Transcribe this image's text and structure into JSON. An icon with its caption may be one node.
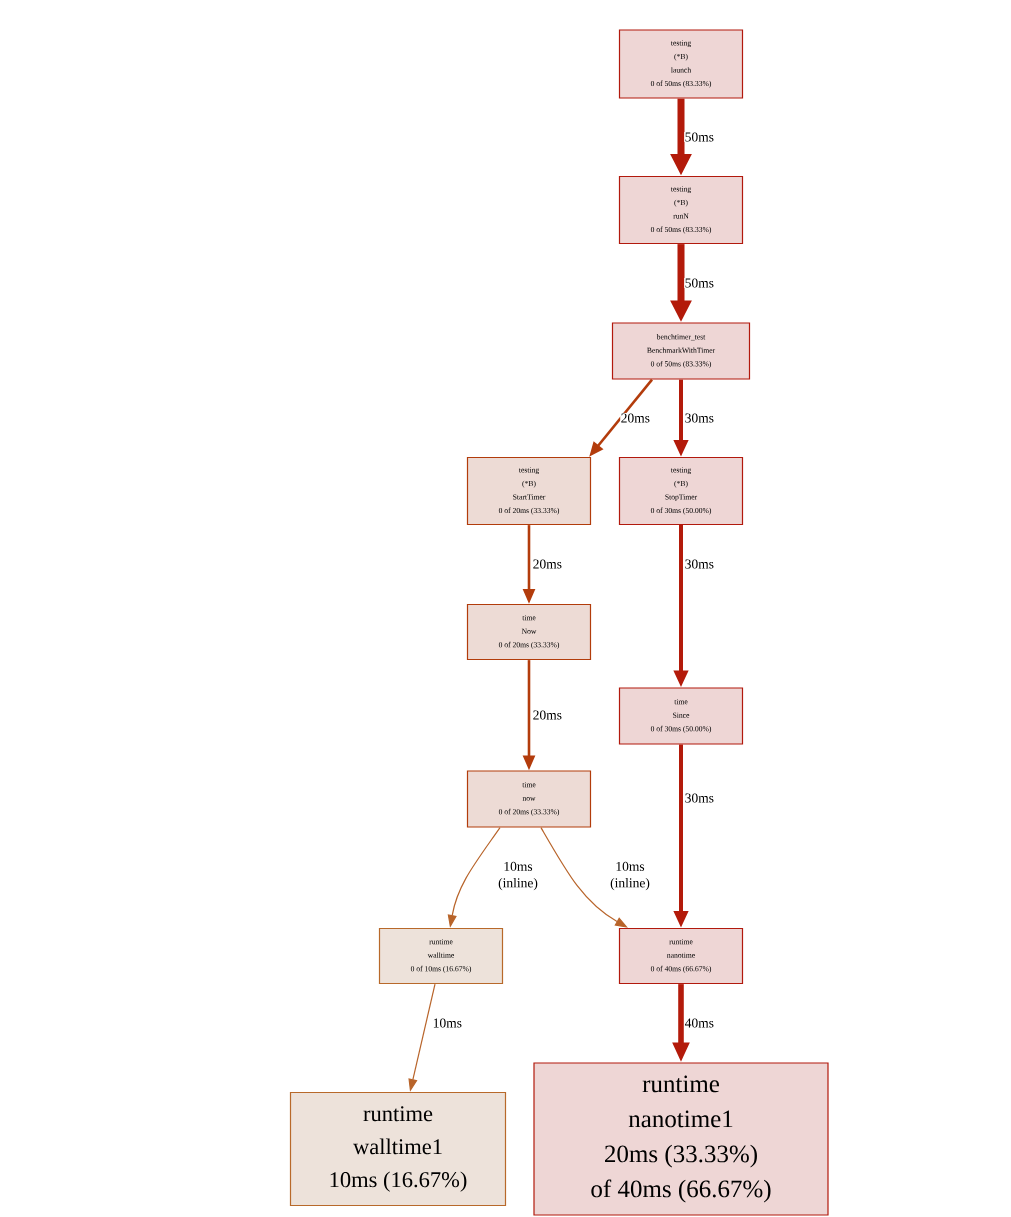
{
  "diagram": {
    "nodes": [
      {
        "text": [
          "testing",
          "(*B)",
          "launch",
          "0 of 50ms (83.33%)"
        ]
      },
      {
        "text": [
          "testing",
          "(*B)",
          "runN",
          "0 of 50ms (83.33%)"
        ]
      },
      {
        "text": [
          "benchtimer_test",
          "BenchmarkWithTimer",
          "0 of 50ms (83.33%)"
        ]
      },
      {
        "text": [
          "testing",
          "(*B)",
          "StartTimer",
          "0 of 20ms (33.33%)"
        ]
      },
      {
        "text": [
          "testing",
          "(*B)",
          "StopTimer",
          "0 of 30ms (50.00%)"
        ]
      },
      {
        "text": [
          "time",
          "Now",
          "0 of 20ms (33.33%)"
        ]
      },
      {
        "text": [
          "time",
          "Since",
          "0 of 30ms (50.00%)"
        ]
      },
      {
        "text": [
          "time",
          "now",
          "0 of 20ms (33.33%)"
        ]
      },
      {
        "text": [
          "runtime",
          "walltime",
          "0 of 10ms (16.67%)"
        ]
      },
      {
        "text": [
          "runtime",
          "nanotime",
          "0 of 40ms (66.67%)"
        ]
      },
      {
        "text": [
          "runtime",
          "walltime1",
          "10ms (16.67%)"
        ]
      },
      {
        "text": [
          "runtime",
          "nanotime1",
          "20ms (33.33%)",
          "of 40ms (66.67%)"
        ]
      }
    ],
    "edges": [
      {
        "from": 0,
        "to": 1,
        "arrow": "to",
        "label": "50ms",
        "style": "thick"
      },
      {
        "from": 1,
        "to": 2,
        "arrow": "to",
        "label": "50ms",
        "style": "thick"
      },
      {
        "from": 2,
        "to": 3,
        "arrow": "to",
        "label": "20ms",
        "color": "#b33c0c"
      },
      {
        "from": 2,
        "to": 4,
        "arrow": "to",
        "label": "30ms"
      },
      {
        "from": 3,
        "to": 5,
        "arrow": "to",
        "label": "20ms",
        "color": "#b33c0c"
      },
      {
        "from": 4,
        "to": 6,
        "arrow": "to",
        "label": "30ms"
      },
      {
        "from": 5,
        "to": 7,
        "arrow": "to",
        "label": "20ms",
        "color": "#b33c0c"
      },
      {
        "from": 6,
        "to": 9,
        "arrow": "to",
        "label": "30ms"
      },
      {
        "from": 7,
        "to": 8,
        "arrow": "to",
        "label": "10ms (inline)",
        "color": "#b8642a"
      },
      {
        "from": 7,
        "to": 9,
        "arrow": "to",
        "label": "10ms (inline)",
        "color": "#b8642a"
      },
      {
        "from": 8,
        "to": 10,
        "arrow": "to",
        "label": "10ms",
        "color": "#b8642a"
      },
      {
        "from": 9,
        "to": 11,
        "arrow": "to",
        "label": "40ms",
        "style": "thick"
      }
    ]
  }
}
